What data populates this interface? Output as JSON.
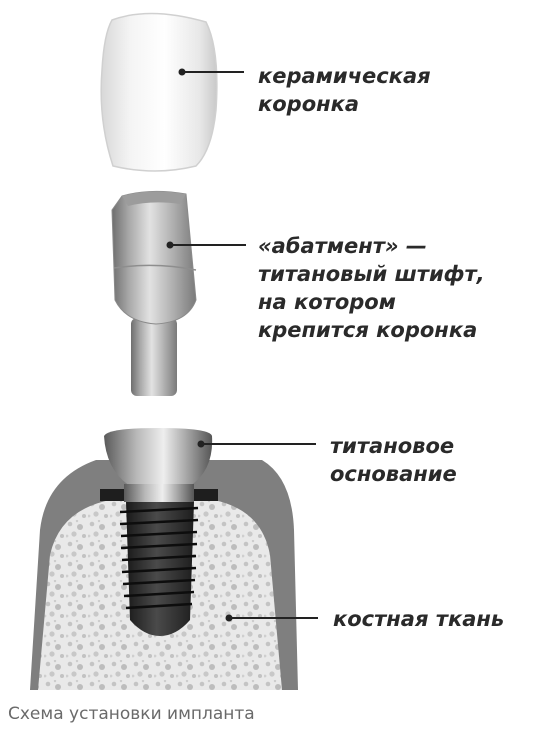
{
  "labels": {
    "crown": [
      "керамическая",
      "коронка"
    ],
    "abutment": [
      "«абатмент» —",
      "титановый  штифт,",
      "на котором",
      "крепится коронка"
    ],
    "base": [
      "титановое",
      "основание"
    ],
    "bone": [
      "костная ткань"
    ]
  },
  "caption": "Схема установки импланта"
}
